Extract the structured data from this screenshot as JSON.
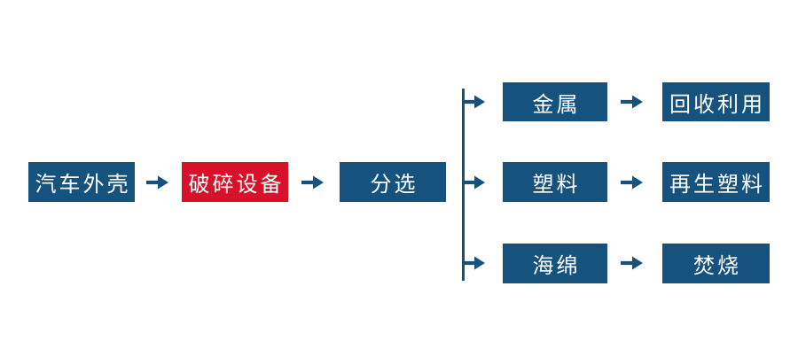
{
  "colors": {
    "node_blue": "#15527E",
    "node_red": "#D6122B",
    "arrow_blue": "#15527E",
    "background": "#FFFFFF",
    "node_text": "#FFFFFF"
  },
  "flowchart": {
    "main_flow": [
      {
        "label": "汽车外壳",
        "style": "blue"
      },
      {
        "label": "破碎设备",
        "style": "red"
      },
      {
        "label": "分选",
        "style": "blue"
      }
    ],
    "branches": [
      {
        "source": {
          "label": "金属"
        },
        "target": {
          "label": "回收利用"
        }
      },
      {
        "source": {
          "label": "塑料"
        },
        "target": {
          "label": "再生塑料"
        }
      },
      {
        "source": {
          "label": "海绵"
        },
        "target": {
          "label": "焚烧"
        }
      }
    ]
  }
}
